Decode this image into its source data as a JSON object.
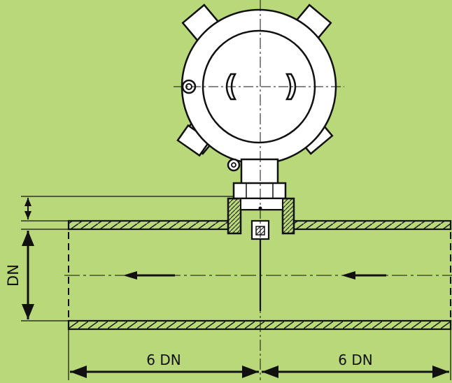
{
  "diagram": {
    "labels": {
      "diameter": "DN",
      "upstream_length": "6 DN",
      "downstream_length": "6 DN"
    },
    "colors": {
      "background": "#b8d87a",
      "line": "#111111",
      "transmitter_fill": "#ffffff",
      "section_fill": "#222222"
    },
    "flow_direction": "right-to-left",
    "icons": {
      "flow_arrow": "arrow-left-icon",
      "dimension_arrow": "double-arrow-icon"
    }
  }
}
